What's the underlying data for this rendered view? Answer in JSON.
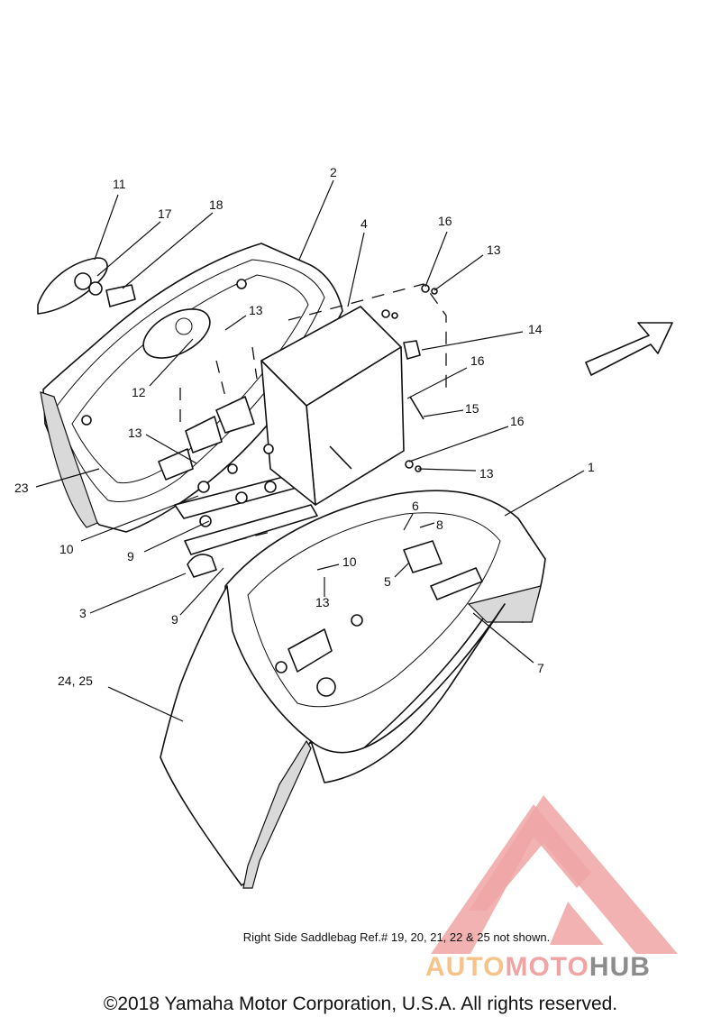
{
  "callouts": [
    {
      "id": "c11",
      "label": "11"
    },
    {
      "id": "c17",
      "label": "17"
    },
    {
      "id": "c18",
      "label": "18"
    },
    {
      "id": "c2",
      "label": "2"
    },
    {
      "id": "c4",
      "label": "4"
    },
    {
      "id": "c16a",
      "label": "16"
    },
    {
      "id": "c13a",
      "label": "13"
    },
    {
      "id": "c13b",
      "label": "13"
    },
    {
      "id": "c14",
      "label": "14"
    },
    {
      "id": "c16b",
      "label": "16"
    },
    {
      "id": "c12",
      "label": "12"
    },
    {
      "id": "c15",
      "label": "15"
    },
    {
      "id": "c16c",
      "label": "16"
    },
    {
      "id": "c13c",
      "label": "13"
    },
    {
      "id": "c13d",
      "label": "13"
    },
    {
      "id": "c1",
      "label": "1"
    },
    {
      "id": "c23",
      "label": "23"
    },
    {
      "id": "c6",
      "label": "6"
    },
    {
      "id": "c8",
      "label": "8"
    },
    {
      "id": "c10a",
      "label": "10"
    },
    {
      "id": "c9a",
      "label": "9"
    },
    {
      "id": "c10b",
      "label": "10"
    },
    {
      "id": "c5",
      "label": "5"
    },
    {
      "id": "c13e",
      "label": "13"
    },
    {
      "id": "c3",
      "label": "3"
    },
    {
      "id": "c9b",
      "label": "9"
    },
    {
      "id": "c7",
      "label": "7"
    },
    {
      "id": "c2425",
      "label": "24, 25"
    }
  ],
  "note": "Right Side Saddlebag Ref.# 19, 20, 21, 22 & 25 not shown.",
  "watermark": {
    "part1": "AUTO",
    "part2": "MOTO",
    "part3": "HUB"
  },
  "copyright": "©2018 Yamaha Motor Corporation, U.S.A. All rights reserved.",
  "colors": {
    "line": "#111111",
    "watermark_red": "#f0a4a4",
    "watermark_orange": "#f6c48a",
    "watermark_gray": "#8c8c8c",
    "shade": "#d9d9d9"
  },
  "icons": {
    "direction": "arrow-icon",
    "logo": "automotohub-logo-icon"
  }
}
